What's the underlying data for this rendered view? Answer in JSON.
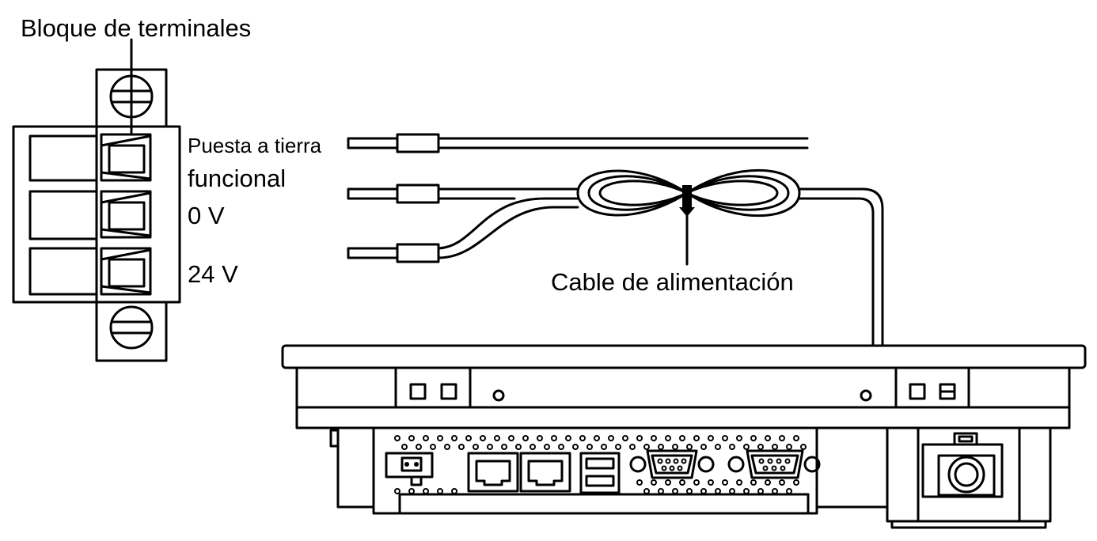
{
  "labels": {
    "terminal_block": "Bloque de terminales",
    "functional_ground_line1": "Puesta a tierra",
    "functional_ground_line2": "funcional",
    "zero_volt": "0 V",
    "twenty_four_volt": "24 V",
    "power_cable": "Cable de alimentación"
  },
  "colors": {
    "line": "#000000",
    "background": "#ffffff"
  }
}
